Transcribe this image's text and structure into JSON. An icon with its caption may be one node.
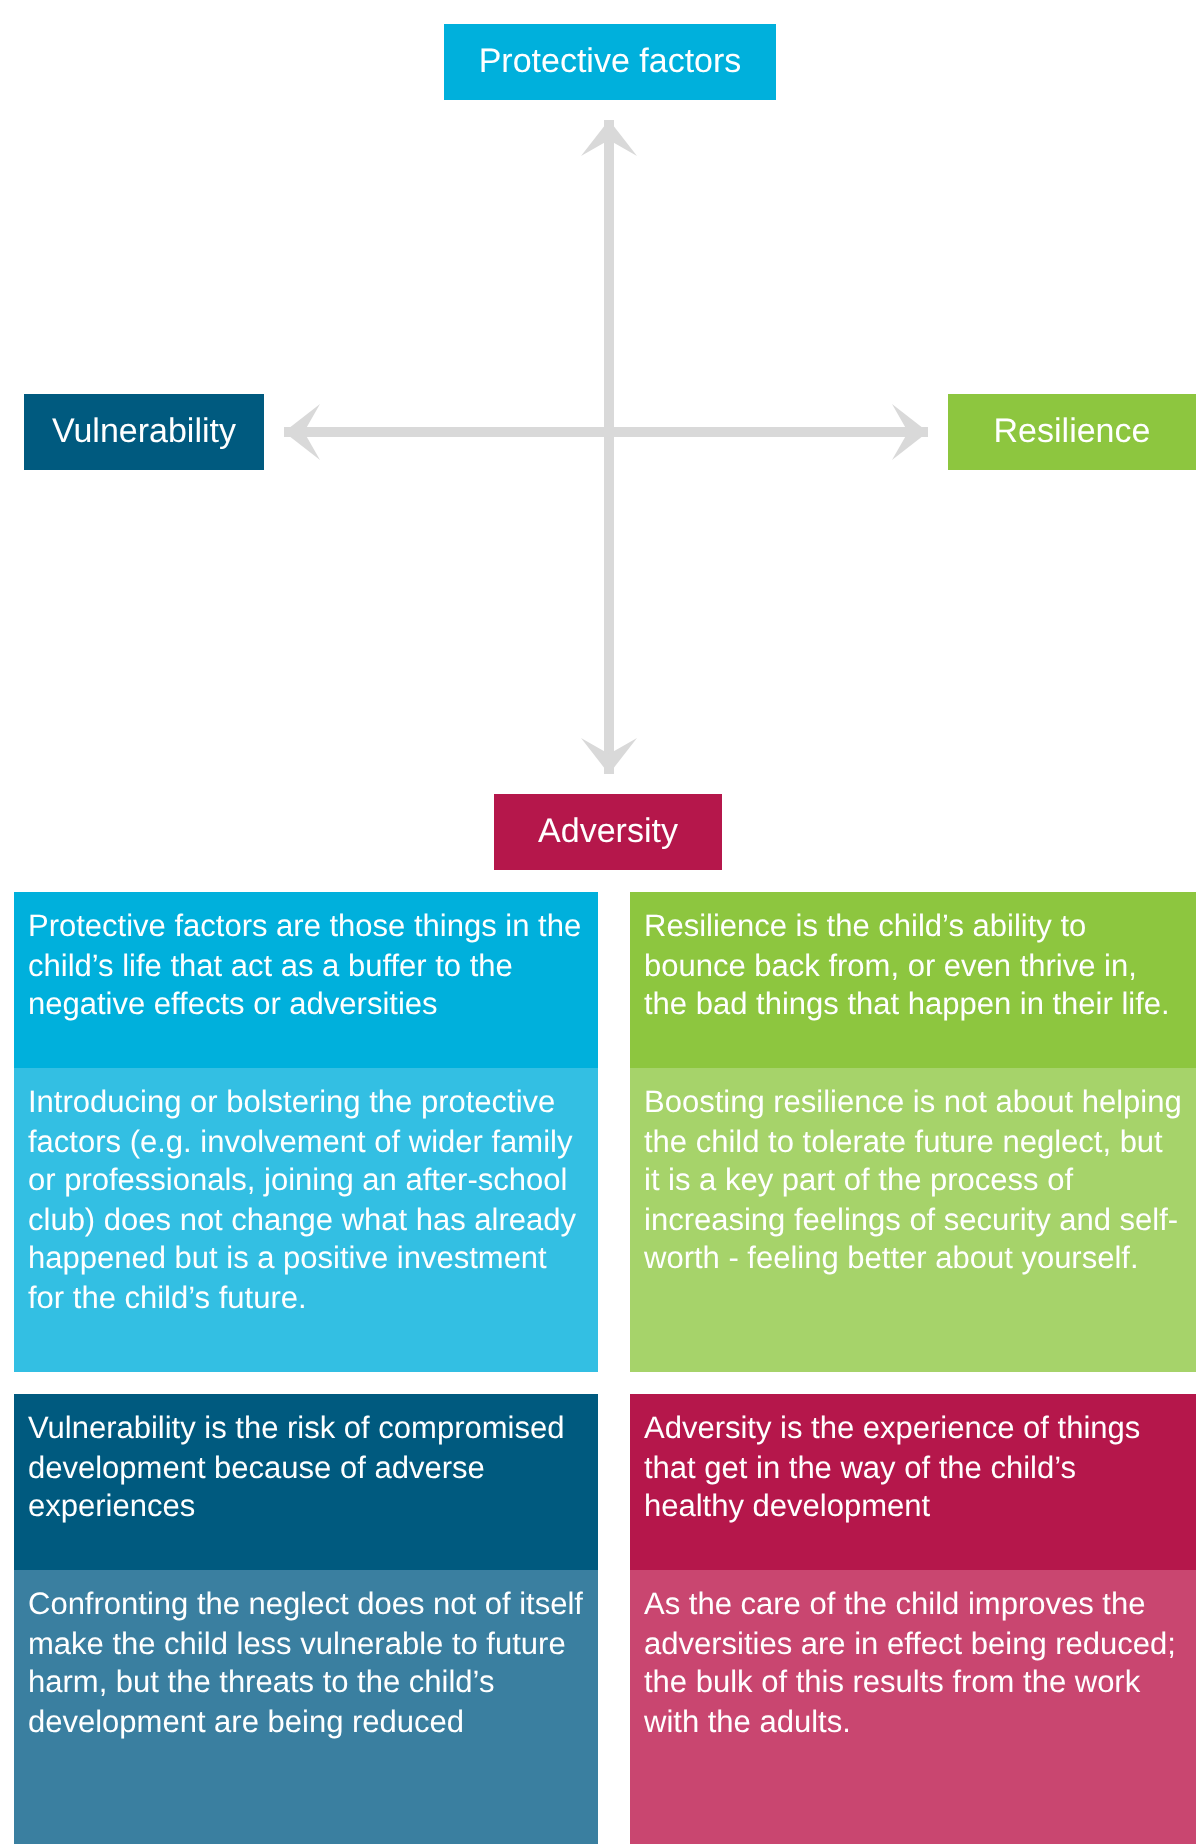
{
  "diagram": {
    "nodes": [
      {
        "text": [
          "Protective factors"
        ]
      },
      {
        "text": [
          "Vulnerability"
        ]
      },
      {
        "text": [
          "Resilience"
        ]
      },
      {
        "text": [
          "Adversity"
        ]
      },
      {
        "text": [
          "Protective factors are those things in the child’s life that act as a buffer to the negative effects or adversities",
          "Introducing or bolstering the protective factors (e.g. involvement of wider family or professionals, joining an after-school club) does not change what has already happened but is a positive investment for the child’s future."
        ]
      },
      {
        "text": [
          "Resilience is the child’s ability to bounce back from, or even thrive in, the bad things that happen in their life.",
          "Boosting resilience is not about helping the child to tolerate future neglect, but it is a key part of the process of increasing feelings of security and self-worth - feeling better about yourself."
        ]
      },
      {
        "text": [
          "Vulnerability is the risk of compromised development because of adverse experiences",
          "Confronting the neglect does not of itself make the child less vulnerable to future harm, but the threats to the child’s development are being reduced"
        ]
      },
      {
        "text": [
          "Adversity is the experience of things that get in the way of the child’s healthy development",
          "As the care of the child improves the adversities are in effect being reduced; the bulk of this results from the work with the adults."
        ]
      }
    ],
    "edges": [
      {
        "from": 1,
        "to": 2,
        "arrow": "both"
      },
      {
        "from": 0,
        "to": 3,
        "arrow": "both"
      }
    ]
  }
}
